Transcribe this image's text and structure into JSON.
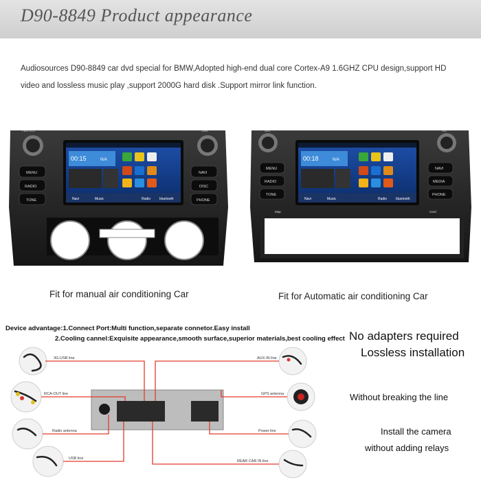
{
  "title": "D90-8849 Product appearance",
  "intro": "Audiosources D90-8849 car dvd special for BMW,Adopted high-end dual core Cortex-A9 1.6GHZ CPU design,support HD video and lossless music play ,support 2000G hard disk .Support mirror link function.",
  "units": [
    {
      "caption": "Fit for manual air conditioning Car",
      "left_buttons": [
        "MENU",
        "RADIO",
        "TONE"
      ],
      "right_buttons": [
        "NAVI",
        "DISC",
        "PHONE"
      ],
      "knob_left": "PWR-VOL",
      "knob_right": "TUNE",
      "clock": "00:15",
      "na": "N/A",
      "dock": [
        "Navi",
        "Music",
        "Radio",
        "bluetooth"
      ]
    },
    {
      "caption": "Fit for Automatic air conditioning Car",
      "left_buttons": [
        "MENU",
        "RADIO",
        "TONE"
      ],
      "right_buttons": [
        "NAVI",
        "MEDIA",
        "PHONE"
      ],
      "knob_left": "RES",
      "knob_right": "SEL",
      "bottom_left": "Map",
      "bottom_right": "Card",
      "clock": "00:18",
      "na": "N/A",
      "dock": [
        "Navi",
        "Music",
        "Radio",
        "bluetooth"
      ]
    }
  ],
  "advantages": {
    "prefix": "Device advantage:",
    "line1": "1.Connect Port:Multi function,separate connetor.Easy install",
    "line2": "2.Cooling cannel:Exquisite appearance,smooth surface,superior materials,best cooling effect"
  },
  "cables_left": [
    "3G-USB line",
    "RCA-OUT line",
    "Radio antenna",
    "USB line"
  ],
  "cables_right": [
    "AUX-IN line",
    "GPS antenna",
    "Power line",
    "REAR CAR IN line"
  ],
  "right_texts": {
    "t1": "No adapters required",
    "t2": "Lossless installation",
    "t3": "Without breaking the line",
    "t4": "Install the camera",
    "t5": "without adding relays"
  }
}
